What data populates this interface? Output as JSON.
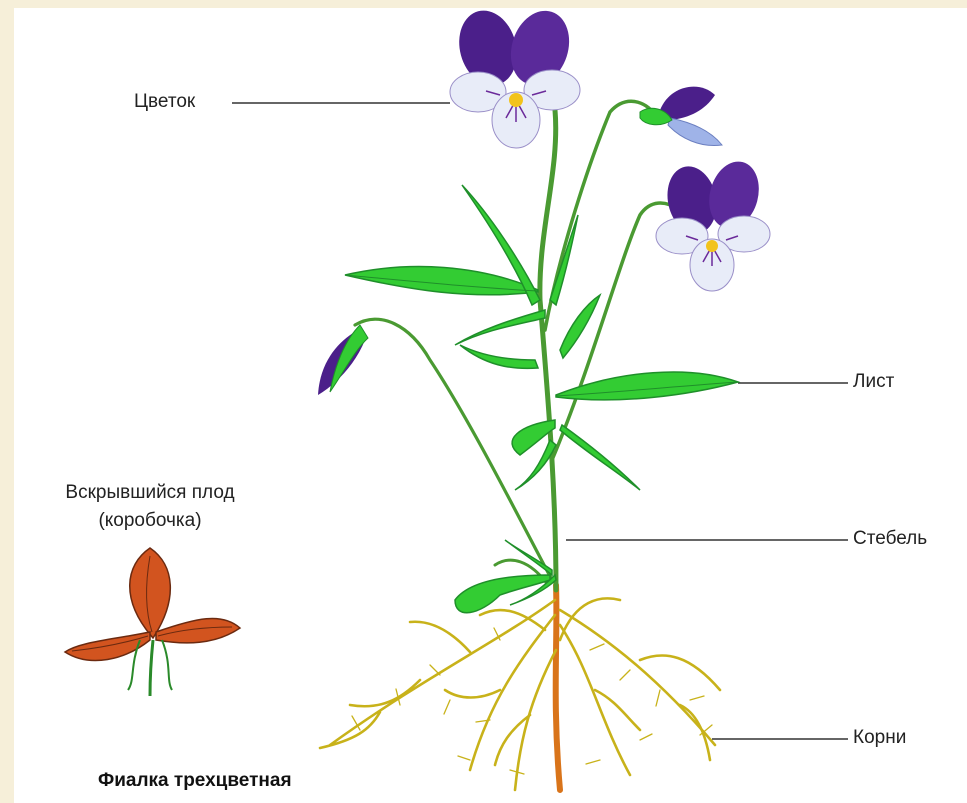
{
  "labels": {
    "flower": "Цветок",
    "leaf": "Лист",
    "stem": "Стебель",
    "roots": "Корни",
    "fruit_line1": "Вскрывшийся плод",
    "fruit_line2": "(коробочка)",
    "species": "Фиалка трехцветная"
  },
  "colors": {
    "background": "#f6efd9",
    "panel": "#ffffff",
    "leaf": "#33cc33",
    "leaf_dark": "#1f8f2a",
    "stem": "#4a9a32",
    "root": "#c8b21a",
    "root_main": "#d9741a",
    "petal_top": "#4b1f8a",
    "petal_side": "#e8ecf8",
    "petal_center": "#f2c31b",
    "fruit": "#d2541f",
    "fruit_line": "#6b2a10"
  }
}
